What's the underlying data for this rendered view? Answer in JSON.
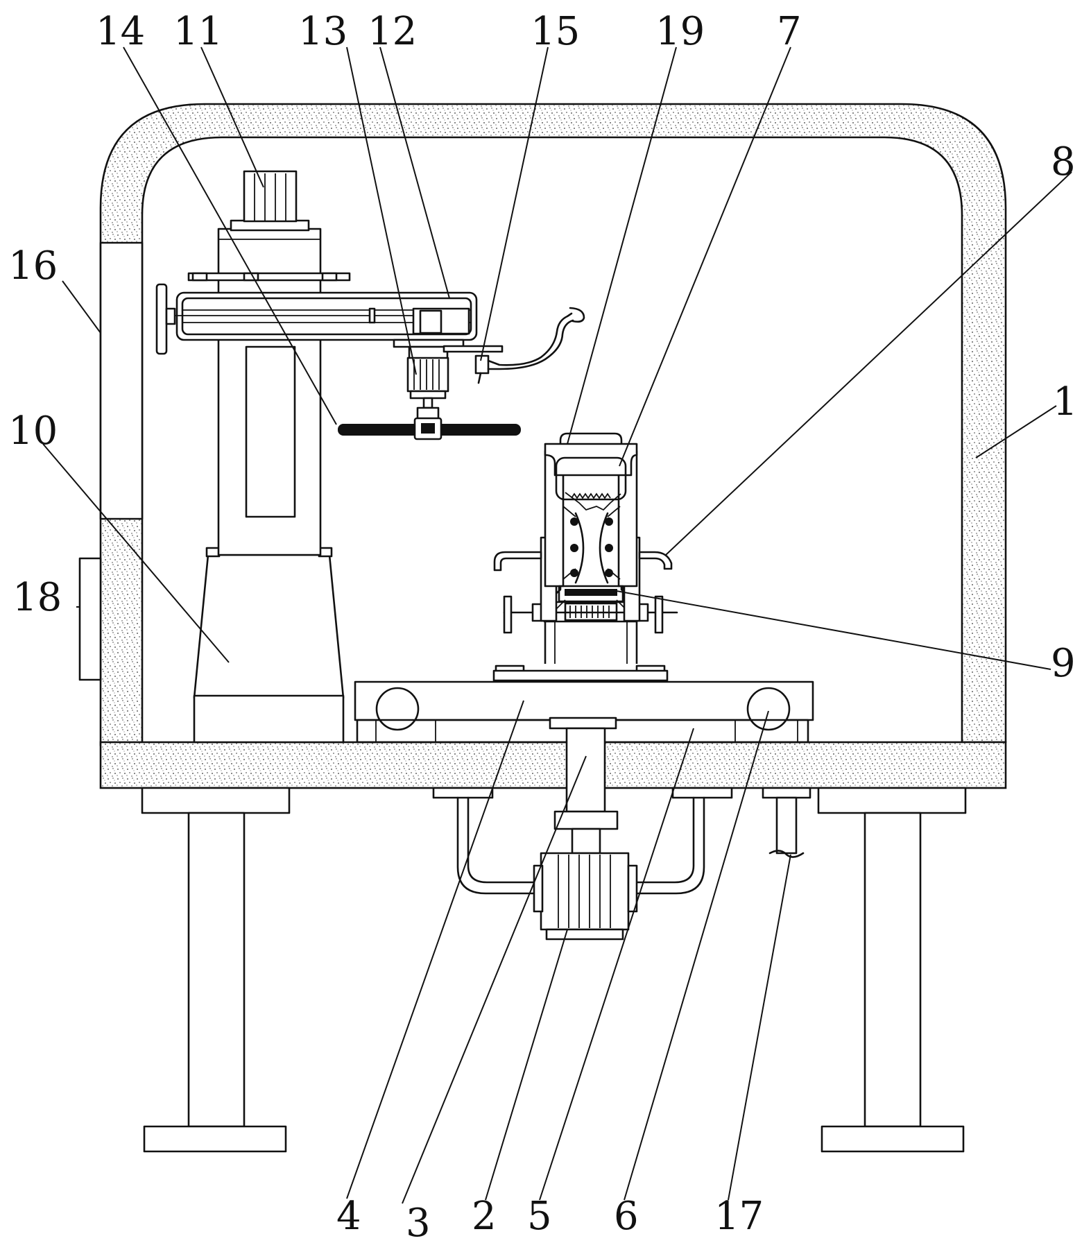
{
  "labels": {
    "l1": "1",
    "l2": "2",
    "l3": "3",
    "l4": "4",
    "l5": "5",
    "l6": "6",
    "l7": "7",
    "l8": "8",
    "l9": "9",
    "l10": "10",
    "l11": "11",
    "l12": "12",
    "l13": "13",
    "l14": "14",
    "l15": "15",
    "l16": "16",
    "l17": "17",
    "l18": "18",
    "l19": "19"
  },
  "colors": {
    "line": "#111111",
    "background": "#ffffff",
    "hatch_dots": "#333333"
  }
}
